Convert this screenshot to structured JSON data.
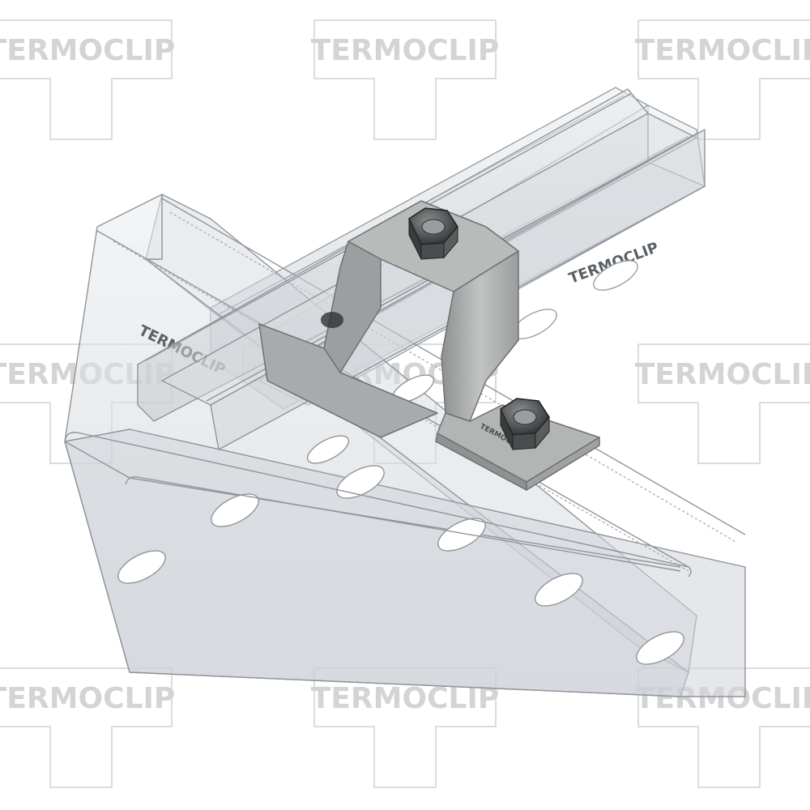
{
  "watermark": {
    "brand": "TERMOCLIP",
    "color": "#d9d9d9"
  },
  "product": {
    "rail_marking": "TERMOCLIP",
    "bracket_marking": "TERMOCLIP",
    "rail_color": "#c9ced3",
    "bracket_color": "#a9abab",
    "nut_color": "#3d3f41"
  }
}
